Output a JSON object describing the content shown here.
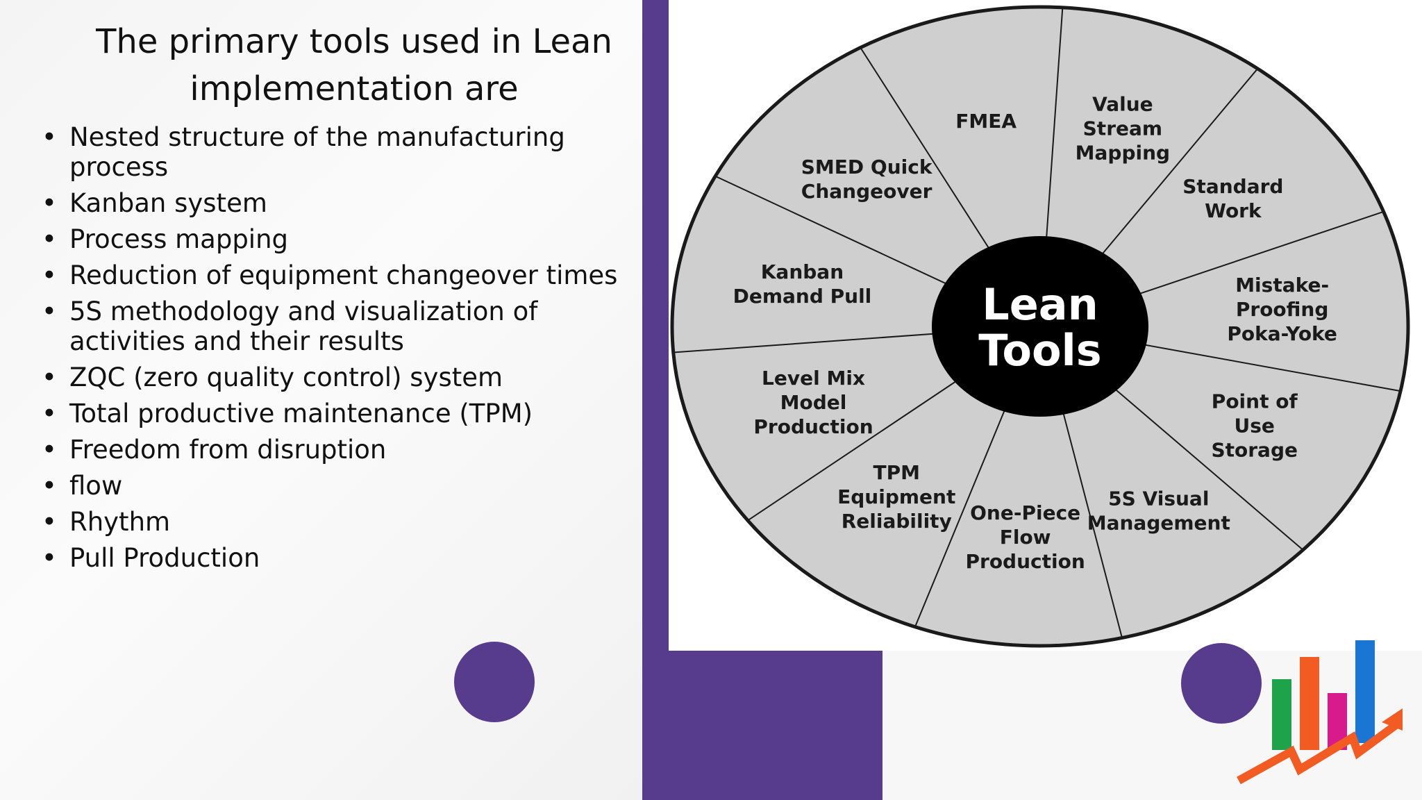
{
  "title": "The primary tools used in Lean implementation are",
  "bullets": [
    "Nested structure of the manufacturing process",
    "Kanban system",
    "Process mapping",
    "Reduction of equipment changeover times",
    "5S methodology and visualization of activities and their results",
    "ZQC (zero quality control) system",
    "Total productive maintenance (TPM)",
    "Freedom from disruption",
    "flow",
    "Rhythm",
    "Pull Production"
  ],
  "wheel": {
    "center_lines": [
      "Lean",
      "Tools"
    ],
    "segments": [
      {
        "lines": [
          "Value",
          "Stream",
          "Mapping"
        ]
      },
      {
        "lines": [
          "Standard",
          "Work"
        ]
      },
      {
        "lines": [
          "Mistake-",
          "Proofing",
          "Poka-Yoke"
        ]
      },
      {
        "lines": [
          "Point of",
          "Use",
          "Storage"
        ]
      },
      {
        "lines": [
          "5S Visual",
          "Management"
        ]
      },
      {
        "lines": [
          "One-Piece",
          "Flow",
          "Production"
        ]
      },
      {
        "lines": [
          "TPM",
          "Equipment",
          "Reliability"
        ]
      },
      {
        "lines": [
          "Level Mix",
          "Model",
          "Production"
        ]
      },
      {
        "lines": [
          "Kanban",
          "Demand Pull"
        ]
      },
      {
        "lines": [
          "SMED Quick",
          "Changeover"
        ]
      },
      {
        "lines": [
          "FMEA"
        ]
      }
    ],
    "colors": {
      "fill": "#cfcfcf",
      "stroke": "#1a1a1a",
      "hub": "#000000",
      "hub_text": "#ffffff"
    }
  },
  "colors": {
    "accent_purple": "#573b8c"
  },
  "logo": {
    "icon": "growth-chart-logo",
    "bar_colors": [
      "#1fa34a",
      "#f25c22",
      "#d81b8c",
      "#1976d2"
    ],
    "arrow_color": "#f25c22"
  }
}
